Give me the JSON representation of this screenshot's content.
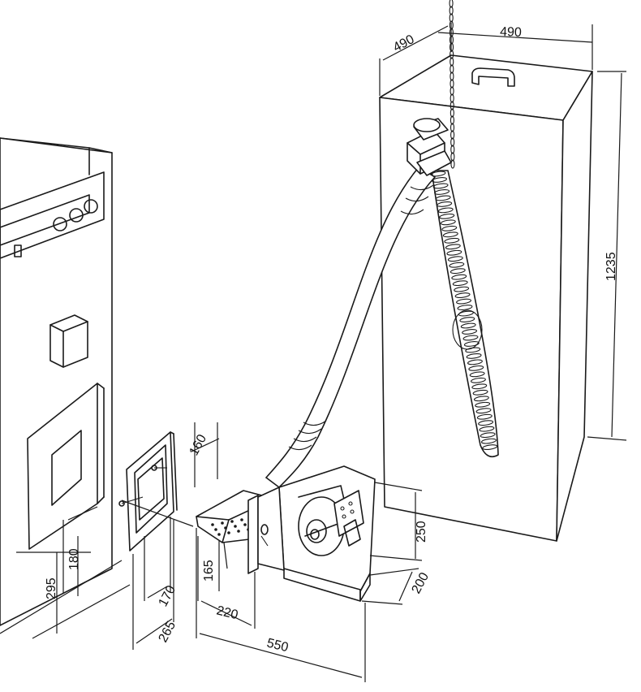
{
  "dimensions": {
    "hopper_depth": "490",
    "hopper_width": "490",
    "hopper_height": "1235",
    "flange_outer": "160",
    "burner_height": "250",
    "burner_depth": "200",
    "boiler_opening_height": "180",
    "boiler_floor_to_opening": "295",
    "plate_inner": "170",
    "plate_outer": "265",
    "tube_length": "220",
    "tube_height": "165",
    "total_length": "550"
  },
  "colors": {
    "line": "#1a1a1a",
    "background": "#ffffff"
  }
}
